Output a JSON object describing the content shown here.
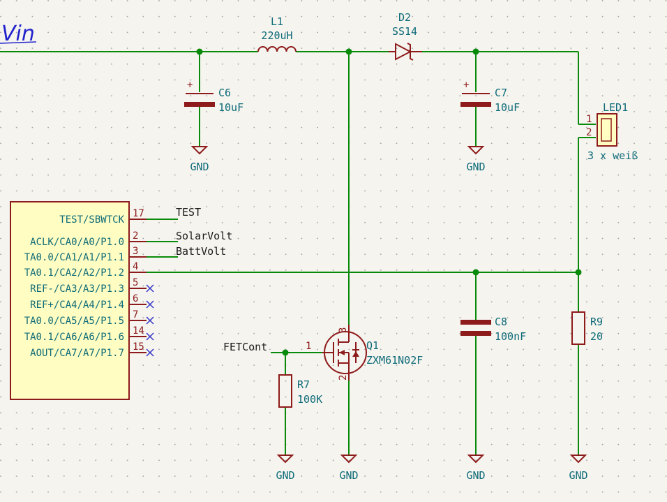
{
  "vin": "Vin",
  "gnd_label": "GND",
  "parts": {
    "c6": {
      "ref": "C6",
      "value": "10uF",
      "plus": "+"
    },
    "c7": {
      "ref": "C7",
      "value": "10uF",
      "plus": "+"
    },
    "c8": {
      "ref": "C8",
      "value": "100nF"
    },
    "l1": {
      "ref": "L1",
      "value": "220uH"
    },
    "d2": {
      "ref": "D2",
      "value": "SS14"
    },
    "led1": {
      "ref": "LED1",
      "value": "3 x weiß",
      "pin1": "1",
      "pin2": "2"
    },
    "r7": {
      "ref": "R7",
      "value": "100K"
    },
    "r9": {
      "ref": "R9",
      "value": "20"
    },
    "q1": {
      "ref": "Q1",
      "value": "ZXM61N02F",
      "pin_gate": "1",
      "pin_source": "2",
      "pin_drain": "3"
    }
  },
  "mcu_pins": [
    {
      "name": "TEST/SBWTCK",
      "number": "17",
      "net": "TEST"
    },
    {
      "name": "ACLK/CA0/A0/P1.0",
      "number": "2",
      "net": "SolarVolt"
    },
    {
      "name": "TA0.0/CA1/A1/P1.1",
      "number": "3",
      "net": "BattVolt"
    },
    {
      "name": "TA0.1/CA2/A2/P1.2",
      "number": "4",
      "net": ""
    },
    {
      "name": "REF-/CA3/A3/P1.3",
      "number": "5",
      "net": ""
    },
    {
      "name": "REF+/CA4/A4/P1.4",
      "number": "6",
      "net": ""
    },
    {
      "name": "TA0.0/CA5/A5/P1.5",
      "number": "7",
      "net": ""
    },
    {
      "name": "TA0.1/CA6/A6/P1.6",
      "number": "14",
      "net": ""
    },
    {
      "name": "AOUT/CA7/A7/P1.7",
      "number": "15",
      "net": ""
    }
  ],
  "fet_net": "FETCont"
}
